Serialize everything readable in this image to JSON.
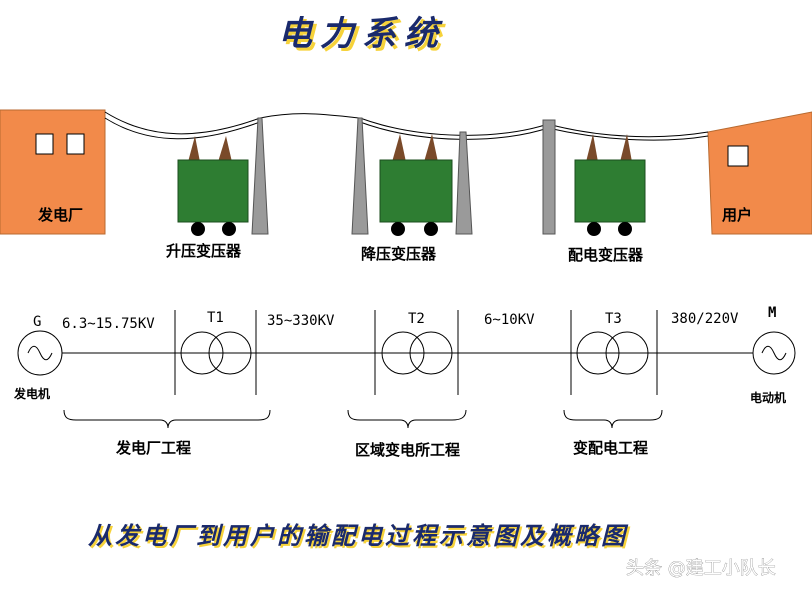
{
  "title": "电力系统",
  "top": {
    "plant_label": "发电厂",
    "user_label": "用户",
    "transformers": [
      "升压变压器",
      "降压变压器",
      "配电变压器"
    ]
  },
  "schematic": {
    "generator_letter": "G",
    "motor_letter": "M",
    "generator_label": "发电机",
    "motor_label": "电动机",
    "voltages": [
      "6.3~15.75KV",
      "35~330KV",
      "6~10KV",
      "380/220V"
    ],
    "transformer_ids": [
      "T1",
      "T2",
      "T3"
    ],
    "groups": [
      "发电厂工程",
      "区域变电所工程",
      "变配电工程"
    ]
  },
  "caption": "从发电厂到用户的输配电过程示意图及概略图",
  "watermark": "头条 @建工小队长",
  "colors": {
    "building": "#f28a4a",
    "transformer": "#2e7d32",
    "title": "#1a2a6c",
    "title_shadow": "#f6d23a"
  }
}
